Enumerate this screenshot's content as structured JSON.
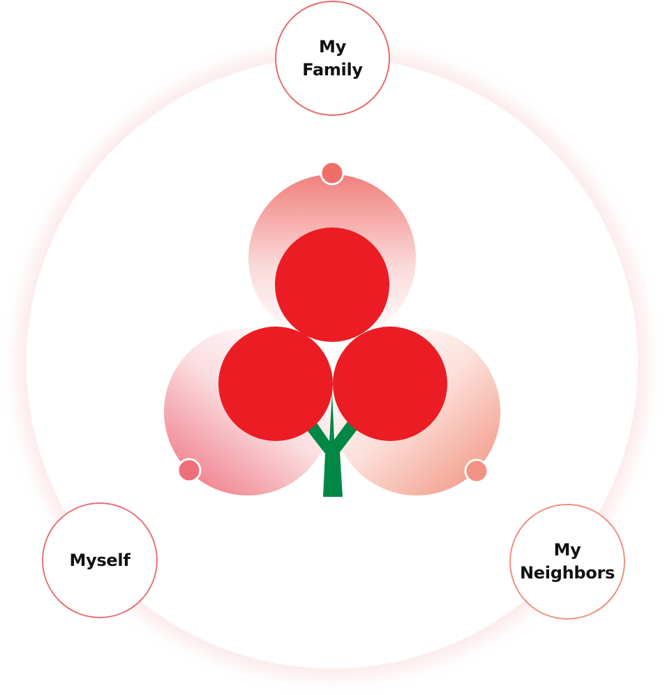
{
  "diagram": {
    "nodes": {
      "family": "My\nFamily",
      "myself": "Myself",
      "neighbors": "My\nNeighbors"
    },
    "colors": {
      "berry": "#EC1C24",
      "stem": "#008744",
      "family_accent": "#EF6E6A",
      "myself_accent": "#EE6F7A",
      "neighbors_accent": "#F39182",
      "outer_glow": "#F8C9C9"
    }
  }
}
